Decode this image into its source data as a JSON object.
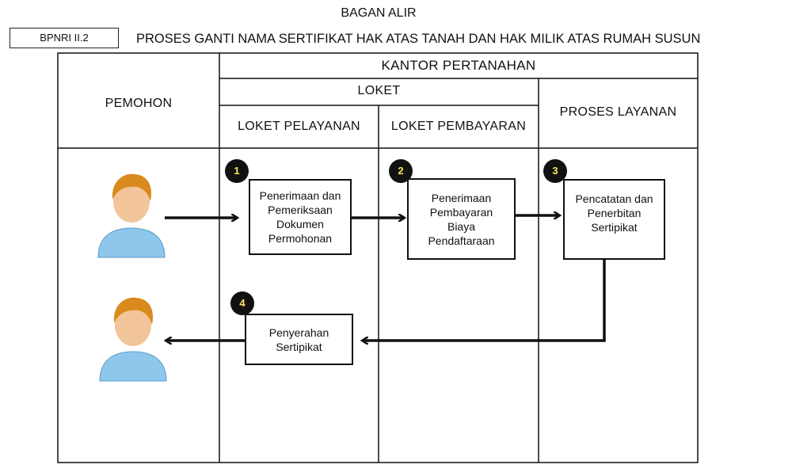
{
  "title": "BAGAN ALIR",
  "code": "BPNRI II.2",
  "subtitle": "PROSES GANTI NAMA SERTIFIKAT HAK ATAS TANAH DAN HAK MILIK ATAS RUMAH SUSUN",
  "headers": {
    "pemohon": "PEMOHON",
    "kantor": "KANTOR PERTANAHAN",
    "loket": "LOKET",
    "loket_pelayanan": "LOKET PELAYANAN",
    "loket_pembayaran": "LOKET PEMBAYARAN",
    "proses_layanan": "PROSES LAYANAN"
  },
  "steps": [
    {
      "number": "1",
      "lines": [
        "Penerimaan dan",
        "Pemeriksaan",
        "Dokumen",
        "Permohonan"
      ]
    },
    {
      "number": "2",
      "lines": [
        "Penerimaan",
        "Pembayaran",
        "Biaya",
        "Pendaftaraan"
      ]
    },
    {
      "number": "3",
      "lines": [
        "Pencatatan dan",
        "Penerbitan",
        "Sertipikat"
      ]
    },
    {
      "number": "4",
      "lines": [
        "Penyerahan",
        "Sertipikat"
      ]
    }
  ],
  "icons": [
    "person-icon",
    "person-icon"
  ],
  "colors": {
    "badge_bg": "#111111",
    "badge_text": "#ffe65a",
    "skin": "#f2c49a",
    "hair": "#d98a1c",
    "shirt": "#8ec7ec"
  }
}
